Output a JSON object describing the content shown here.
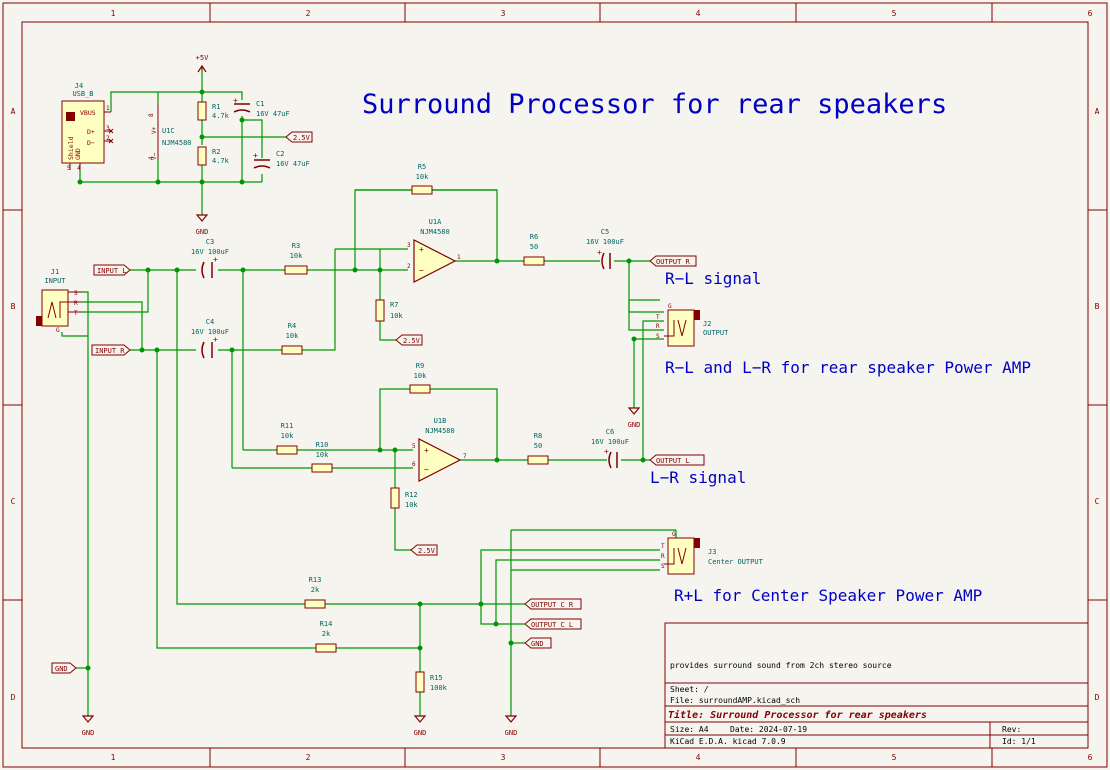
{
  "title": "Surround Processor for rear speakers",
  "notes": {
    "rl_signal": "R−L signal",
    "rl_lr_power": "R−L and L−R for rear speaker Power AMP",
    "lr_signal": "L−R signal",
    "center_power": "R+L for Center Speaker Power AMP"
  },
  "border": {
    "cols": [
      "1",
      "2",
      "3",
      "4",
      "5",
      "6"
    ],
    "rows": [
      "A",
      "B",
      "C",
      "D"
    ]
  },
  "power": {
    "vcc": "+5V",
    "gnd": "GND",
    "half": "2.5V"
  },
  "components": {
    "J4": {
      "ref": "J4",
      "value": "USB_B",
      "vbus": "VBUS",
      "dp": "D+",
      "dm": "D−",
      "gnd": "GND",
      "shield": "Shield",
      "p1": "1",
      "p3": "3",
      "p2": "2",
      "p5": "5",
      "p4": "4"
    },
    "J1": {
      "ref": "J1",
      "value": "INPUT",
      "s": "S",
      "r": "R",
      "t": "T",
      "g": "G"
    },
    "J2": {
      "ref": "J2",
      "value": "OUTPUT",
      "g": "G",
      "t": "T",
      "r": "R",
      "s": "S"
    },
    "J3": {
      "ref": "J3",
      "value": "Center OUTPUT",
      "g": "G",
      "t": "T",
      "r": "R",
      "s": "S"
    },
    "U1C": {
      "ref": "U1C",
      "value": "NJM4580",
      "vp": "V+",
      "vm": "V−",
      "p8": "8",
      "p4": "4"
    },
    "U1A": {
      "ref": "U1A",
      "value": "NJM4580",
      "p3": "3",
      "p2": "2",
      "p1": "1"
    },
    "U1B": {
      "ref": "U1B",
      "value": "NJM4580",
      "p5": "5",
      "p6": "6",
      "p7": "7"
    },
    "R1": {
      "ref": "R1",
      "value": "4.7k"
    },
    "R2": {
      "ref": "R2",
      "value": "4.7k"
    },
    "C1": {
      "ref": "C1",
      "value": "16V 47uF"
    },
    "C2": {
      "ref": "C2",
      "value": "16V 47uF"
    },
    "C3": {
      "ref": "C3",
      "value": "16V 100uF"
    },
    "C4": {
      "ref": "C4",
      "value": "16V 100uF"
    },
    "C5": {
      "ref": "C5",
      "value": "16V 100uF"
    },
    "C6": {
      "ref": "C6",
      "value": "16V 100uF"
    },
    "R3": {
      "ref": "R3",
      "value": "10k"
    },
    "R4": {
      "ref": "R4",
      "value": "10k"
    },
    "R5": {
      "ref": "R5",
      "value": "10k"
    },
    "R6": {
      "ref": "R6",
      "value": "50"
    },
    "R7": {
      "ref": "R7",
      "value": "10k"
    },
    "R8": {
      "ref": "R8",
      "value": "50"
    },
    "R9": {
      "ref": "R9",
      "value": "10k"
    },
    "R10": {
      "ref": "R10",
      "value": "10k"
    },
    "R11": {
      "ref": "R11",
      "value": "10k"
    },
    "R12": {
      "ref": "R12",
      "value": "10k"
    },
    "R13": {
      "ref": "R13",
      "value": "2k"
    },
    "R14": {
      "ref": "R14",
      "value": "2k"
    },
    "R15": {
      "ref": "R15",
      "value": "100k"
    }
  },
  "labels": {
    "input_l": "INPUT L",
    "input_r": "INPUT R",
    "output_r": "OUTPUT R",
    "output_l": "OUTPUT L",
    "output_cr": "OUTPUT C R",
    "output_cl": "OUTPUT C L",
    "gnd_label": "GND",
    "gnd_label2": "GND"
  },
  "titleblock": {
    "comment": "provides surround sound from 2ch stereo source",
    "sheet": "Sheet: /",
    "file": "File: surroundAMP.kicad_sch",
    "title": "Title: Surround Processor for rear speakers",
    "size": "Size: A4",
    "date": "Date: 2024-07-19",
    "rev": "Rev:",
    "tool": "KiCad E.D.A.  kicad 7.0.9",
    "id": "Id: 1/1"
  },
  "colors": {
    "background": "#f5f4ef",
    "frame": "#840000",
    "wire": "#009600",
    "note": "#0000c4",
    "body_fill": "#ffffc2",
    "value_text": "#006464"
  }
}
